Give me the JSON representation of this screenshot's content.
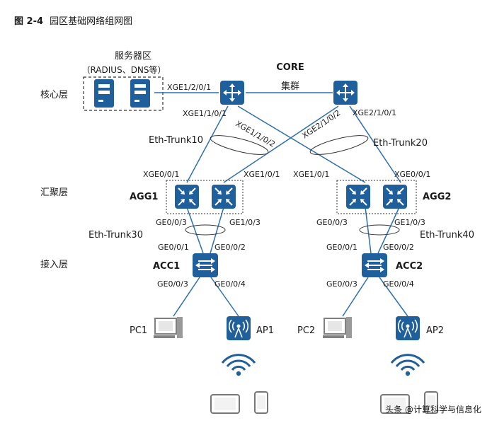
{
  "caption": {
    "number": "图 2-4",
    "title": "园区基础网络组网图"
  },
  "layers": {
    "core": "核心层",
    "aggregation": "汇聚层",
    "access": "接入层"
  },
  "server_area": {
    "title": "服务器区",
    "subtitle": "（RADIUS、DNS等）"
  },
  "core": {
    "label": "CORE",
    "cluster": "集群",
    "port_to_servers": "XGE1/2/0/1",
    "core1_port_agg1": "XGE1/1/0/1",
    "core1_port_agg2": "XGE1/1/0/2",
    "core2_port_agg1": "XGE2/1/0/2",
    "core2_port_agg2": "XGE2/1/0/1"
  },
  "trunks": {
    "t10": "Eth-Trunk10",
    "t20": "Eth-Trunk20",
    "t30": "Eth-Trunk30",
    "t40": "Eth-Trunk40"
  },
  "agg1": {
    "label": "AGG1",
    "port_core1": "XGE0/0/1",
    "port_core2": "XGE1/0/1",
    "port_acc_a": "GE0/0/3",
    "port_acc_b": "GE1/0/3"
  },
  "agg2": {
    "label": "AGG2",
    "port_core1": "XGE1/0/1",
    "port_core2": "XGE0/0/1",
    "port_acc_a": "GE0/0/3",
    "port_acc_b": "GE1/0/3"
  },
  "acc1": {
    "label": "ACC1",
    "up_a": "GE0/0/1",
    "up_b": "GE0/0/2",
    "down_pc": "GE0/0/3",
    "down_ap": "GE0/0/4"
  },
  "acc2": {
    "label": "ACC2",
    "up_a": "GE0/0/1",
    "up_b": "GE0/0/2",
    "down_pc": "GE0/0/3",
    "down_ap": "GE0/0/4"
  },
  "endpoints": {
    "pc1": "PC1",
    "ap1": "AP1",
    "pc2": "PC2",
    "ap2": "AP2"
  },
  "watermark": "头条 @计算科学与信息化",
  "colors": {
    "device_blue": "#1f5f9b",
    "link": "#2f6fb1",
    "text": "#1a1a1a",
    "endpoint_gray": "#808080"
  }
}
